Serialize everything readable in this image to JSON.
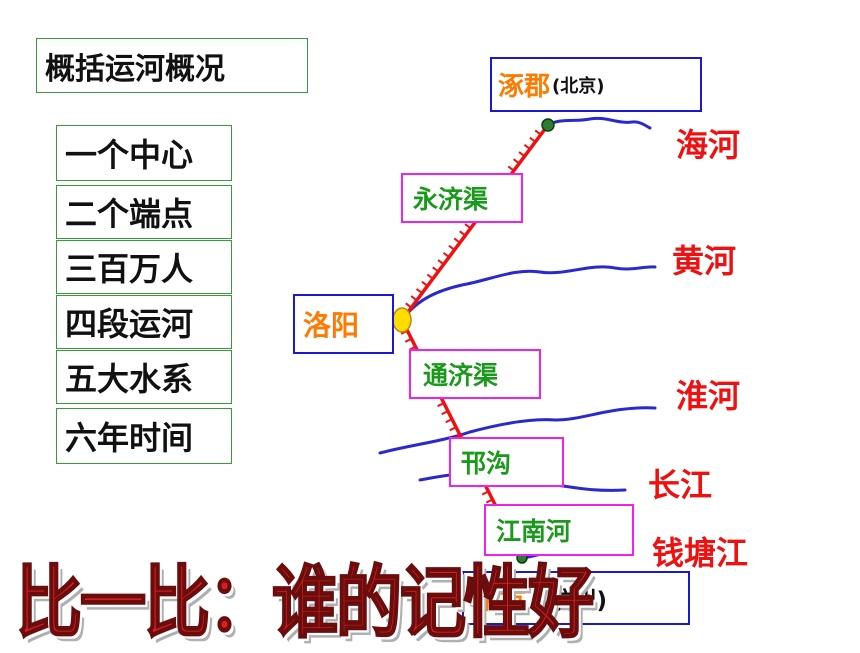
{
  "title": "概括运河概况",
  "summary": [
    "一个中心",
    "二个端点",
    "三百万人",
    "四段运河",
    "五大水系",
    "六年时间"
  ],
  "cities": {
    "north": {
      "name": "涿郡",
      "alias": "(北京)"
    },
    "center": {
      "name": "洛阳"
    },
    "south": {
      "name": "余杭",
      "alias": "(杭州)"
    }
  },
  "canals": [
    "永济渠",
    "通济渠",
    "邗沟",
    "江南河"
  ],
  "rivers": [
    "海河",
    "黄河",
    "淮河",
    "长江",
    "钱塘江"
  ],
  "slogan": "比一比：谁的记性好",
  "colors": {
    "canal_line": "#ee1111",
    "river_line": "#2a2acc",
    "city_text": "#ff7a00",
    "canal_text": "#1a9a1a",
    "river_text": "#ee1111"
  }
}
